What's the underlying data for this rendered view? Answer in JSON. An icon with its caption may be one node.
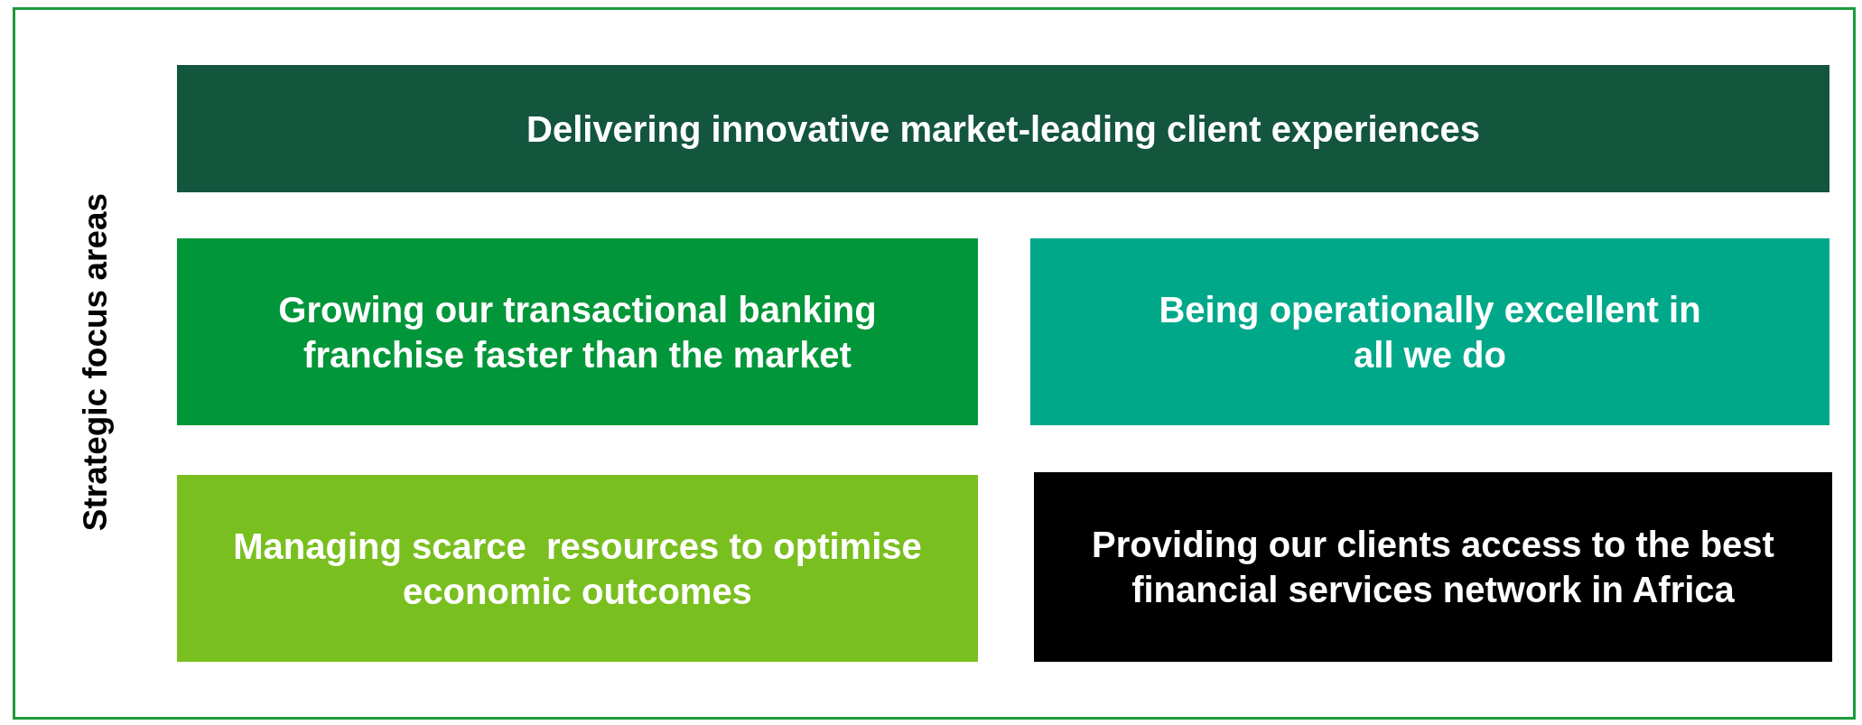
{
  "diagram": {
    "nodes": [
      {
        "text": [
          "Strategic focus areas"
        ]
      },
      {
        "text": [
          "Delivering innovative market-leading client experiences"
        ],
        "in": 0
      },
      {
        "text": [
          "Growing our transactional banking franchise faster than the market"
        ],
        "in": 0
      },
      {
        "text": [
          "Being operationally excellent in all we do"
        ],
        "in": 0
      },
      {
        "text": [
          "Managing scarce  resources to optimise economic outcomes"
        ],
        "in": 0
      },
      {
        "text": [
          "Providing our clients access to the best financial services network in Africa"
        ],
        "in": 0
      }
    ],
    "edges": []
  }
}
